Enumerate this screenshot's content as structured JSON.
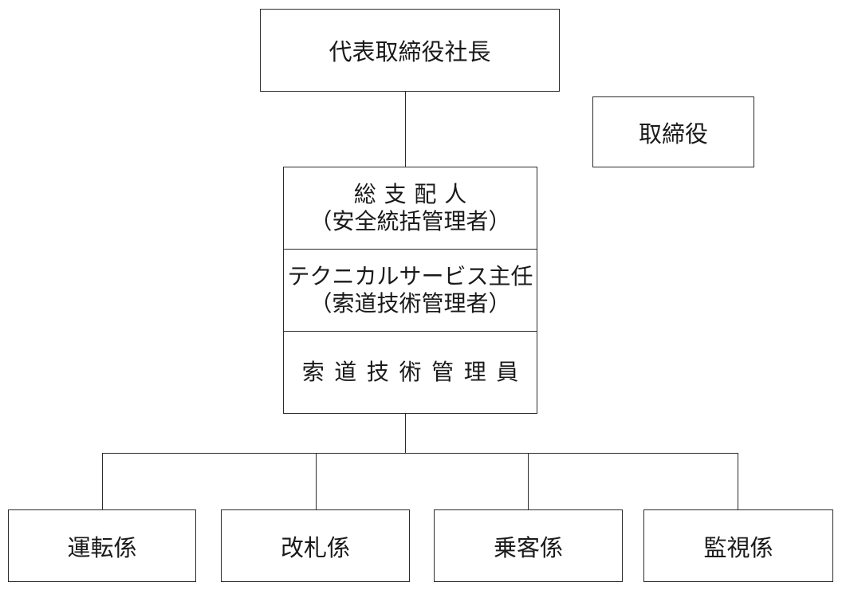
{
  "chart": {
    "ceo": "代表取締役社長",
    "director": "取締役",
    "gm_title": "総支配人",
    "gm_role": "（安全統括管理者）",
    "tech_title": "テクニカルサービス主任",
    "tech_role": "（索道技術管理者）",
    "ropeway_manager": "索道技術管理員",
    "units": [
      "運転係",
      "改札係",
      "乗客係",
      "監視係"
    ]
  }
}
